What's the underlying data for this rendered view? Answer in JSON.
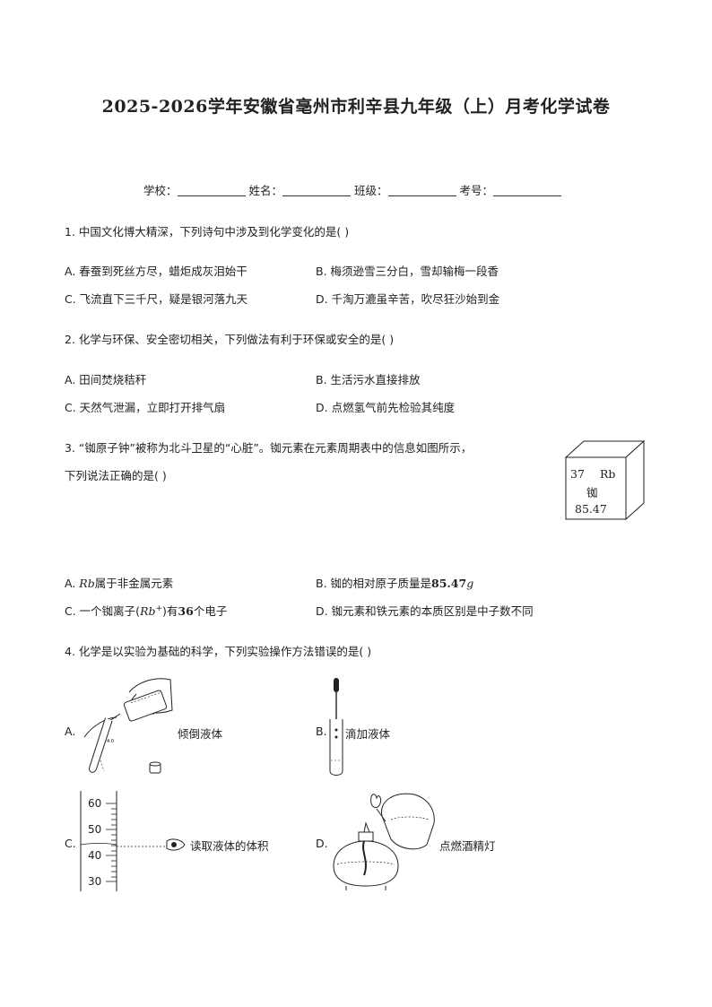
{
  "title": "2025-2026学年安徽省亳州市利辛县九年级（上）月考化学试卷",
  "info": {
    "school": "学校：",
    "name": "姓名：",
    "class": "班级：",
    "number": "考号："
  },
  "q1": {
    "stem": "1. 中国文化博大精深，下列诗句中涉及到化学变化的是(    )",
    "a": "A. 春蚕到死丝方尽，蜡炬成灰泪始干",
    "b": "B. 梅须逊雪三分白，雪却输梅一段香",
    "c": "C. 飞流直下三千尺，疑是银河落九天",
    "d": "D. 千淘万漉虽辛苦，吹尽狂沙始到金"
  },
  "q2": {
    "stem": "2. 化学与环保、安全密切相关，下列做法有利于环保或安全的是(    )",
    "a": "A. 田间焚烧秸秆",
    "b": "B. 生活污水直接排放",
    "c": "C. 天然气泄漏，立即打开排气扇",
    "d": "D. 点燃氢气前先检验其纯度"
  },
  "q3": {
    "stem1": "3. “铷原子钟”被称为北斗卫星的“心脏”。铷元素在元素周期表中的信息如图所示，",
    "stem2": "下列说法正确的是(    )",
    "cube": {
      "number": "37",
      "symbol": "Rb",
      "name": "铷",
      "mass": "85.47"
    },
    "a_prefix": "A. ",
    "a_math": "Rb",
    "a_suffix": "属于非金属元素",
    "b_prefix": "B. 铷的相对原子质量是",
    "b_num": "85.47",
    "b_unit": "g",
    "c_prefix": "C. 一个铷离子(",
    "c_math": "Rb",
    "c_sup": "+",
    "c_mid": ")有",
    "c_num": "36",
    "c_suffix": "个电子",
    "d": "D. 铷元素和铁元素的本质区别是中子数不同"
  },
  "q4": {
    "stem": "4. 化学是以实验为基础的科学，下列实验操作方法错误的是(    )",
    "a_letter": "A.",
    "a_label": "倾倒液体",
    "b_letter": "B.",
    "b_label": "滴加液体",
    "c_letter": "C.",
    "c_label": "读取液体的体积",
    "c_scale": [
      "60",
      "50",
      "40",
      "30"
    ],
    "d_letter": "D.",
    "d_label": "点燃酒精灯"
  }
}
